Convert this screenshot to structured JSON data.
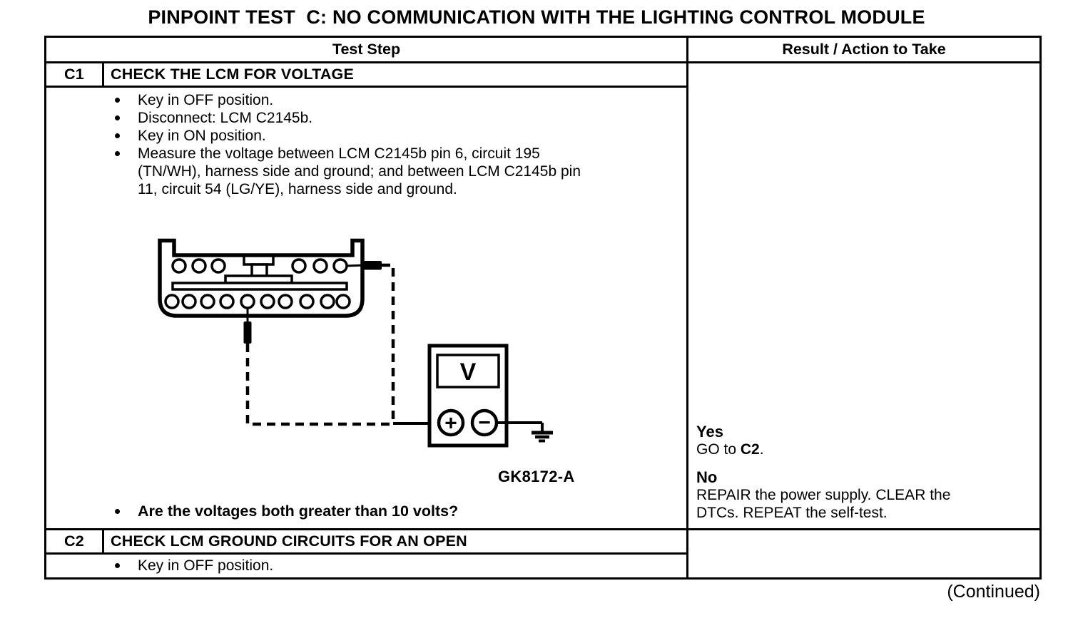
{
  "page": {
    "title": "PINPOINT TEST  C: NO COMMUNICATION WITH THE LIGHTING CONTROL MODULE",
    "continued_note": "(Continued)"
  },
  "table": {
    "header": {
      "test_step": "Test Step",
      "result_action": "Result / Action to Take"
    },
    "steps": [
      {
        "id": "C1",
        "title": "CHECK THE LCM FOR VOLTAGE",
        "bullets": [
          "Key in OFF position.",
          "Disconnect: LCM C2145b.",
          "Key in ON position.",
          "Measure the voltage between LCM C2145b pin 6, circuit 195 (TN/WH), harness side and ground; and between LCM C2145b pin 11, circuit 54 (LG/YE), harness side and ground."
        ],
        "question": "Are the voltages both greater than 10 volts?",
        "figure_label": "GK8172-A",
        "results": {
          "yes_label": "Yes",
          "yes_action_pre": "GO to ",
          "yes_action_target": "C2",
          "yes_action_post": ".",
          "no_label": "No",
          "no_action": "REPAIR the power supply. CLEAR the DTCs. REPEAT the self-test."
        }
      },
      {
        "id": "C2",
        "title": "CHECK LCM GROUND CIRCUITS FOR AN OPEN",
        "bullets": [
          "Key in OFF position."
        ]
      }
    ]
  },
  "diagram": {
    "meter_display": "V",
    "positive_terminal": "+",
    "negative_terminal": "−",
    "connector_pins_top_row": 6,
    "connector_pins_bottom_row": 10,
    "line_color": "#000000"
  }
}
